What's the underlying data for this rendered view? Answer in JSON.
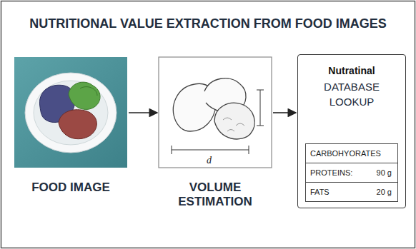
{
  "diagram": {
    "title": "NUTRITIONAL VALUE EXTRACTION FROM FOOD IMAGES",
    "nodes": [
      {
        "text": [
          "FOOD IMAGE"
        ]
      },
      {
        "text": [
          "VOLUME ESTIMATION"
        ]
      },
      {
        "text": [
          "Nutratinal",
          "DATABASE LOOKUP"
        ]
      },
      {
        "text": [
          "CARBOHYORATES"
        ],
        "in": 2
      },
      {
        "text": [
          "PROTEINS:",
          "90 g"
        ],
        "in": 2
      },
      {
        "text": [
          "FATS",
          "20 g"
        ],
        "in": 2
      }
    ],
    "edges": [
      {
        "from": 0,
        "to": 1,
        "arrow": "to"
      },
      {
        "from": 1,
        "to": 2,
        "arrow": "to"
      }
    ],
    "labels": [
      "d"
    ]
  }
}
